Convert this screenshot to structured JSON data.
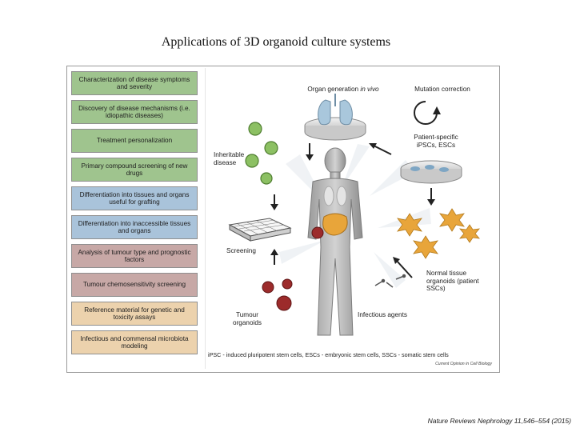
{
  "title": "Applications of 3D organoid culture systems",
  "categories": [
    {
      "label": "Characterization of disease symptoms and severity",
      "color": "#9fc48e"
    },
    {
      "label": "Discovery of disease mechanisms (i.e. idiopathic diseases)",
      "color": "#9fc48e"
    },
    {
      "label": "Treatment personalization",
      "color": "#9fc48e"
    },
    {
      "label": "Primary compound screening of new drugs",
      "color": "#9fc48e"
    },
    {
      "label": "Differentiation into tissues and organs useful for grafting",
      "color": "#a9c3da"
    },
    {
      "label": "Differentiation into inaccessible tissues and organs",
      "color": "#a9c3da"
    },
    {
      "label": "Analysis of tumour type and prognostic factors",
      "color": "#c7a8a6"
    },
    {
      "label": "Tumour chemosensitivity screening",
      "color": "#c7a8a6"
    },
    {
      "label": "Reference material for genetic and toxicity assays",
      "color": "#ecd2ad"
    },
    {
      "label": "Infectious and commensal microbiota modeling",
      "color": "#ecd2ad"
    }
  ],
  "panel_labels": {
    "organ_generation_prefix": "Organ generation",
    "organ_generation_suffix": "in vivo",
    "mutation_correction": "Mutation correction",
    "patient_specific": "Patient-specific iPSCs, ESCs",
    "inheritable_disease": "Inheritable disease",
    "screening": "Screening",
    "normal_tissue": "Normal tissue organoids (patient SSCs)",
    "tumour_organoids": "Tumour organoids",
    "infectious_agents": "Infectious agents"
  },
  "footnote": "iPSC - induced pluripotent stem cells, ESCs - embryonic stem cells, SSCs - somatic stem cells",
  "credit": "Current Opinion in Cell Biology",
  "citation": "Nature Reviews Nephrology 11,546–554 (2015)"
}
